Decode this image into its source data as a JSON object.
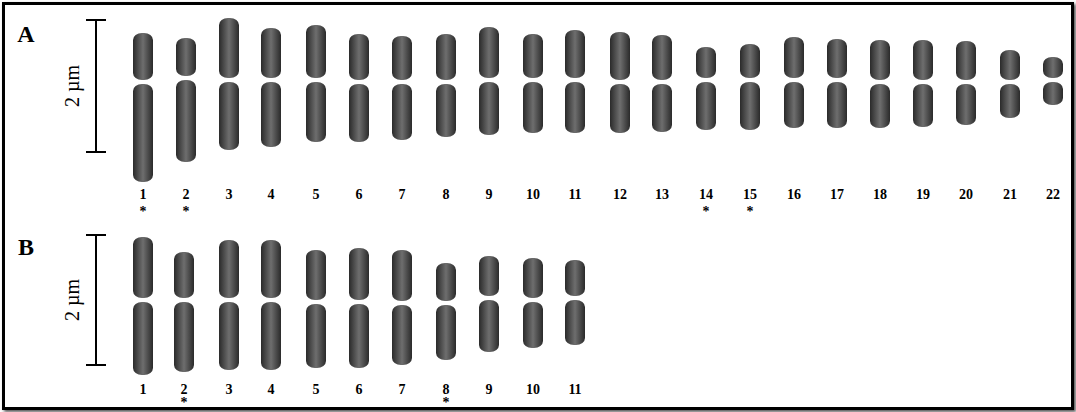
{
  "diagram": {
    "labels": [
      "A",
      "2 µm",
      "1",
      "2",
      "3",
      "4",
      "5",
      "6",
      "7",
      "8",
      "9",
      "10",
      "11",
      "12",
      "13",
      "14",
      "15",
      "16",
      "17",
      "18",
      "19",
      "20",
      "21",
      "22",
      "*",
      "*",
      "*",
      "*",
      "B",
      "2 µm",
      "1",
      "2",
      "3",
      "4",
      "5",
      "6",
      "7",
      "8",
      "9",
      "10",
      "11",
      "*",
      "*"
    ]
  }
}
